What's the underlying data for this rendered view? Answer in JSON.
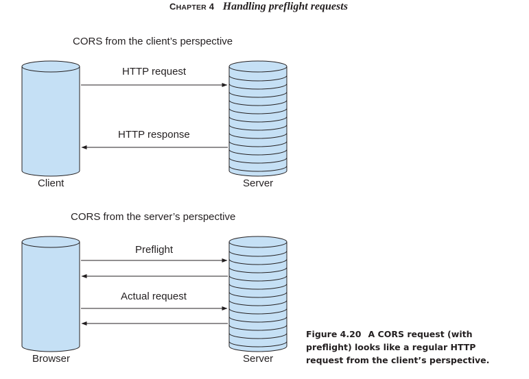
{
  "header": {
    "chapter": "Chapter 4",
    "title": "Handling preflight requests"
  },
  "diagram_top": {
    "title": "CORS from the client’s perspective",
    "left_label": "Client",
    "right_label": "Server",
    "arrow1_label": "HTTP request",
    "arrow2_label": "HTTP response"
  },
  "diagram_bottom": {
    "title": "CORS from the server’s perspective",
    "left_label": "Browser",
    "right_label": "Server",
    "arrow1_label": "Preflight",
    "arrow2_label": "Actual request"
  },
  "caption": {
    "figure": "Figure 4.20",
    "text": "A CORS request (with preflight) looks like a regular HTTP request from the client’s perspective."
  },
  "colors": {
    "cylinder_fill": "#c5e0f5",
    "stroke": "#231f20"
  }
}
